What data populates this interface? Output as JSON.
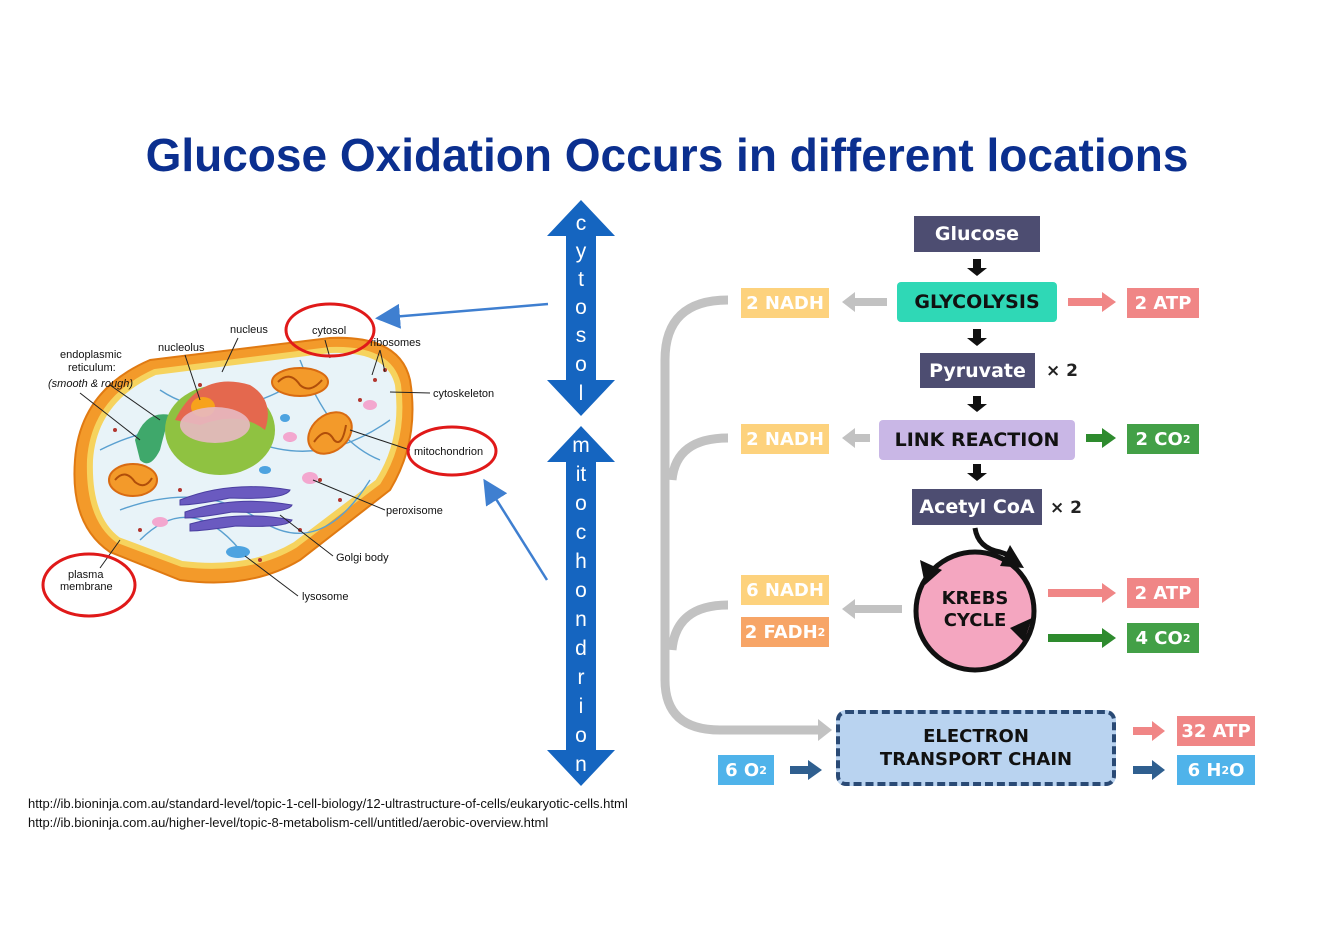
{
  "title": "Glucose Oxidation Occurs in different locations",
  "cell_labels": {
    "nucleus": "nucleus",
    "nucleolus": "nucleolus",
    "cytosol": "cytosol",
    "ribosomes": "ribosomes",
    "er1": "endoplasmic",
    "er2": "reticulum:",
    "er3": "(smooth & rough)",
    "cytoskeleton": "cytoskeleton",
    "mitochondrion": "mitochondrion",
    "peroxisome": "peroxisome",
    "golgi": "Golgi body",
    "lysosome": "lysosome",
    "plasma1": "plasma",
    "plasma2": "membrane"
  },
  "vertical_labels": {
    "cytosol": [
      "c",
      "y",
      "t",
      "o",
      "s",
      "o",
      "l"
    ],
    "mitochondrion": [
      "m",
      "it",
      "o",
      "c",
      "h",
      "o",
      "n",
      "d",
      "r",
      "i",
      "o",
      "n"
    ]
  },
  "flow": {
    "glucose": "Glucose",
    "glycolysis": "GLYCOLYSIS",
    "pyruvate": "Pyruvate",
    "pyruvate_mult": "× 2",
    "link_reaction": "LINK REACTION",
    "acetyl_coa": "Acetyl CoA",
    "acetyl_mult": "× 2",
    "krebs_1": "KREBS",
    "krebs_2": "CYCLE",
    "etc_1": "ELECTRON",
    "etc_2": "TRANSPORT CHAIN",
    "glyc_nadh": "2 NADH",
    "glyc_atp": "2 ATP",
    "link_nadh": "2 NADH",
    "link_co2": "2 CO",
    "link_co2_sub": "2",
    "krebs_nadh": "6 NADH",
    "krebs_fadh": "2 FADH",
    "krebs_fadh_sub": "2",
    "krebs_atp": "2 ATP",
    "krebs_co2": "4 CO",
    "krebs_co2_sub": "2",
    "o2": "6 O",
    "o2_sub": "2",
    "etc_atp": "32 ATP",
    "h2o": "6 H",
    "h2o_sub": "2",
    "h2o_suffix": "O"
  },
  "sources": [
    "http://ib.bioninja.com.au/standard-level/topic-1-cell-biology/12-ultrastructure-of-cells/eukaryotic-cells.html",
    "http://ib.bioninja.com.au/higher-level/topic-8-metabolism-cell/untitled/aerobic-overview.html"
  ],
  "colors": {
    "title": "#0b2f8f",
    "arrow_blue": "#1565c0",
    "nadh": "#fdd27d",
    "fadh": "#f7a567",
    "atp": "#f08686",
    "co2": "#43a047",
    "o2_h2o": "#4fb3ea",
    "glycolysis": "#2fd8b6",
    "link": "#c9b7e6",
    "krebs": "#f4a6c0",
    "etc": "#b9d3f0",
    "highlight_circle": "#e01919"
  }
}
